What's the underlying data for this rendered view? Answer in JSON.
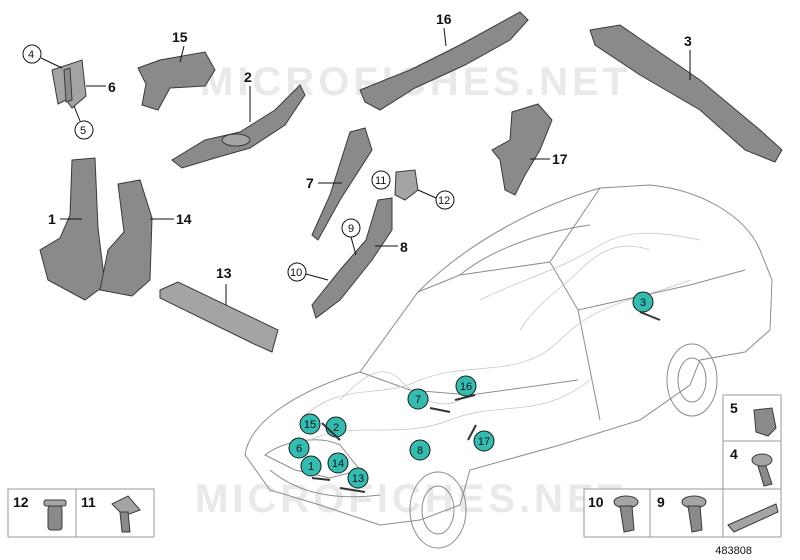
{
  "watermark": "MICROFICHES.NET",
  "diagram_code": "483808",
  "labels": {
    "l1": "1",
    "l2": "2",
    "l3": "3",
    "l4": "4",
    "l5": "5",
    "l6": "6",
    "l7": "7",
    "l8": "8",
    "l9": "9",
    "l10": "10",
    "l11": "11",
    "l12": "12",
    "l13": "13",
    "l14": "14",
    "l15": "15",
    "l16": "16",
    "l17": "17"
  },
  "car_callouts": [
    "3",
    "7",
    "16",
    "15",
    "2",
    "6",
    "8",
    "17",
    "1",
    "14",
    "13"
  ],
  "legend": {
    "right": [
      "5",
      "4"
    ],
    "bottom_left": [
      "12",
      "11"
    ],
    "bottom_right": [
      "10",
      "9"
    ]
  },
  "colors": {
    "callout_fill": "#33bdb0",
    "part_fill": "#8a8a8a",
    "line": "#111111"
  }
}
